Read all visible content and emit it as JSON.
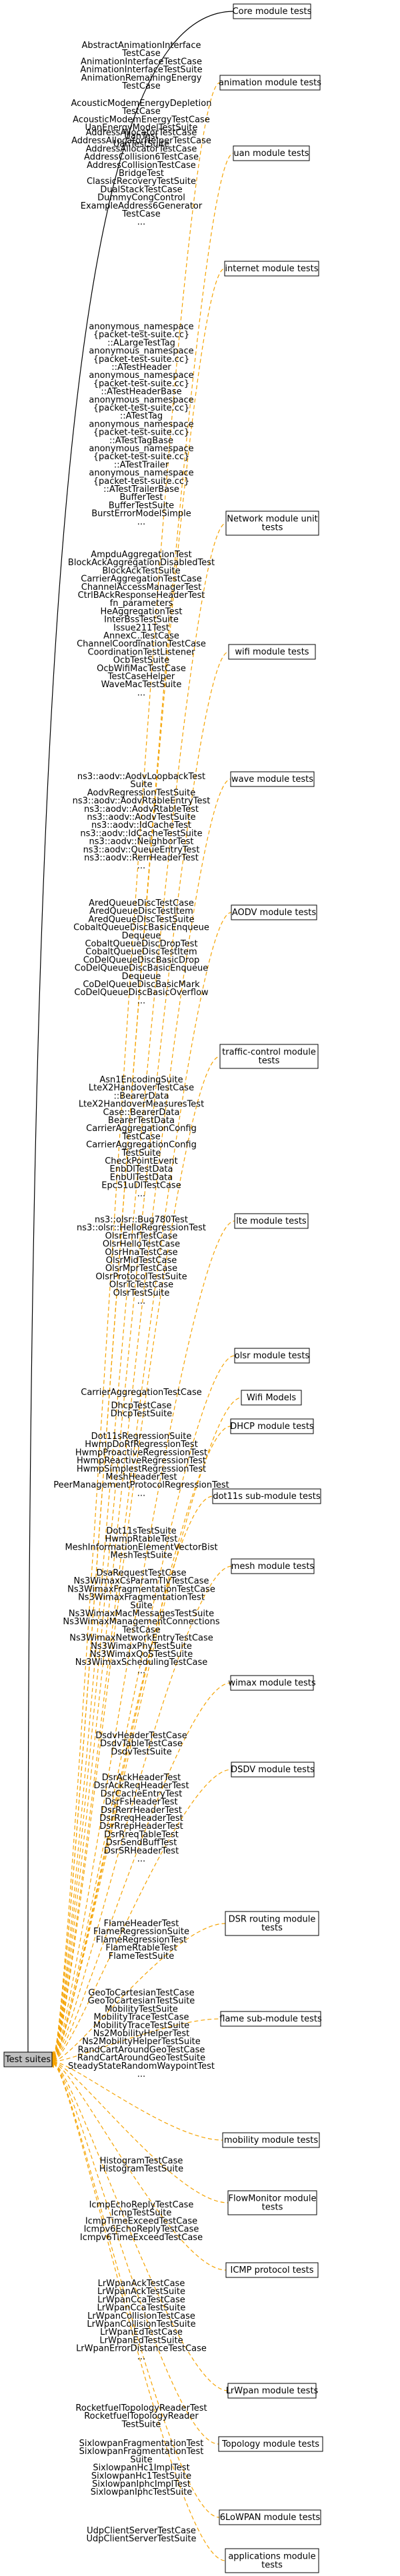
{
  "root": {
    "label": "Test suites"
  },
  "colors": {
    "dashed_edge": "#f5a300",
    "solid_edge": "#000000",
    "root_fill": "#bfbfbf"
  },
  "nodes": [
    {
      "id": "core",
      "label": [
        "Core module tests"
      ],
      "tests": []
    },
    {
      "id": "animation",
      "label": [
        "animation module tests"
      ],
      "tests": [
        "AbstractAnimationInterface",
        "TestCase",
        "AnimationInterfaceTestCase",
        "AnimationInterfaceTestSuite",
        "AnimationRemainingEnergy",
        "TestCase"
      ]
    },
    {
      "id": "uan",
      "label": [
        "uan module tests"
      ],
      "tests": [
        "AcousticModemEnergyDepletion",
        "TestCase",
        "AcousticModemEnergyTestCase",
        "UanEnergyModelTestSuite",
        "UanTest",
        "UanTestSuite"
      ]
    },
    {
      "id": "internet",
      "label": [
        "internet module tests"
      ],
      "tests": [
        "AddressAllocatorTestCase",
        "AddressAllocatorHelperTestCase",
        "AddressAllocatorTestCase",
        "AddressCollision6TestCase",
        "AddressCollisionTestCase",
        "BridgeTest",
        "ClassicRecoveryTestSuite",
        "DualStackTestCase",
        "DummyCongControl",
        "ExampleAddress6Generator",
        "TestCase",
        "..."
      ]
    },
    {
      "id": "network",
      "label": [
        "Network module unit",
        "tests"
      ],
      "tests": [
        "anonymous_namespace",
        "{packet-test-suite.cc}",
        "::ALargeTestTag",
        "anonymous_namespace",
        "{packet-test-suite.cc}",
        "::ATestHeader",
        "anonymous_namespace",
        "{packet-test-suite.cc}",
        "::ATestHeaderBase",
        "anonymous_namespace",
        "{packet-test-suite.cc}",
        "::ATestTag",
        "anonymous_namespace",
        "{packet-test-suite.cc}",
        "::ATestTagBase",
        "anonymous_namespace",
        "{packet-test-suite.cc}",
        "::ATestTrailer",
        "anonymous_namespace",
        "{packet-test-suite.cc}",
        "::ATestTrailerBase",
        "BufferTest",
        "BufferTestSuite",
        "BurstErrorModelSimple",
        "..."
      ]
    },
    {
      "id": "wifi",
      "label": [
        "wifi module tests"
      ],
      "tests": [
        "AmpduAggregationTest",
        "BlockAckAggregationDisabledTest",
        "BlockAckTestSuite",
        "CarrierAggregationTestCase",
        "ChannelAccessManagerTest",
        "CtrlBAckResponseHeaderTest",
        "fn_parameters",
        "HeAggregationTest",
        "InterBssTestSuite",
        "Issue211Test",
        "..."
      ]
    },
    {
      "id": "wave",
      "label": [
        "wave module tests"
      ],
      "tests": [
        "AnnexC_TestCase",
        "ChannelCoordinationTestCase",
        "CoordinationTestListener",
        "OcbTestSuite",
        "OcbWifiMacTestCase",
        "TestCaseHelper",
        "WaveMacTestSuite",
        "..."
      ]
    },
    {
      "id": "aodv",
      "label": [
        "AODV module tests"
      ],
      "tests": [
        "ns3::aodv::AodvLoopbackTest",
        "Suite",
        "AodvRegressionTestSuite",
        "ns3::aodv::AodvRtableEntryTest",
        "ns3::aodv::AodvRtableTest",
        "ns3::aodv::AodvTestSuite",
        "ns3::aodv::IdCacheTest",
        "ns3::aodv::IdCacheTestSuite",
        "ns3::aodv::NeighborTest",
        "ns3::aodv::QueueEntryTest",
        "ns3::aodv::RerrHeaderTest",
        "..."
      ]
    },
    {
      "id": "traffic",
      "label": [
        "traffic-control module",
        "tests"
      ],
      "tests": [
        "AredQueueDiscTestCase",
        "AredQueueDiscTestItem",
        "AredQueueDiscTestSuite",
        "CobaltQueueDiscBasicEnqueue",
        "Dequeue",
        "CobaltQueueDiscDropTest",
        "CobaltQueueDiscTestItem",
        "CoDelQueueDiscBasicDrop",
        "CoDelQueueDiscBasicEnqueue",
        "Dequeue",
        "CoDelQueueDiscBasicMark",
        "CoDelQueueDiscBasicOverflow",
        "..."
      ]
    },
    {
      "id": "lte",
      "label": [
        "lte module tests"
      ],
      "tests": [
        "Asn1EncodingSuite",
        "LteX2HandoverTestCase",
        "::BearerData",
        "LteX2HandoverMeasuresTest",
        "Case::BearerData",
        "BearerTestData",
        "CarrierAggregationConfig",
        "TestCase",
        "CarrierAggregationConfig",
        "TestSuite",
        "CheckPointEvent",
        "EnbDlTestData",
        "EnbUlTestData",
        "EpcS1uDlTestCase",
        "..."
      ]
    },
    {
      "id": "olsr",
      "label": [
        "olsr module tests"
      ],
      "tests": [
        "ns3::olsr::Bug780Test",
        "ns3::olsr::HelloRegressionTest",
        "OlsrEmfTestCase",
        "OlsrHelloTestCase",
        "OlsrHnaTestCase",
        "OlsrMidTestCase",
        "OlsrMprTestCase",
        "OlsrProtocolTestSuite",
        "OlsrTcTestCase",
        "OlsrTestSuite",
        "..."
      ]
    },
    {
      "id": "wifimodels",
      "label": [
        "Wifi Models"
      ],
      "tests": [
        "CarrierAggregationTestCase"
      ]
    },
    {
      "id": "dhcp",
      "label": [
        "DHCP module tests"
      ],
      "tests": [
        "DhcpTestCase",
        "DhcpTestSuite"
      ]
    },
    {
      "id": "dot11s",
      "label": [
        "dot11s sub-module tests"
      ],
      "tests": [
        "Dot11sRegressionSuite",
        "HwmpDoRfRegressionTest",
        "HwmpProactiveRegressionTest",
        "HwmpReactiveRegressionTest",
        "HwmpSimplestRegressionTest",
        "MeshHeaderTest",
        "PeerManagementProtocolRegressionTest",
        "..."
      ]
    },
    {
      "id": "mesh",
      "label": [
        "mesh module tests"
      ],
      "tests": [
        "Dot11sTestSuite",
        "HwmpRtableTest",
        "MeshInformationElementVectorBist",
        "MeshTestSuite"
      ]
    },
    {
      "id": "wimax",
      "label": [
        "wimax module tests"
      ],
      "tests": [
        "DsaRequestTestCase",
        "Ns3WimaxCsParamTlvTestCase",
        "Ns3WimaxFragmentationTestCase",
        "Ns3WimaxFragmentationTest",
        "Suite",
        "Ns3WimaxMacMessagesTestSuite",
        "Ns3WimaxManagementConnections",
        "TestCase",
        "Ns3WimaxNetworkEntryTestCase",
        "Ns3WimaxPhyTestSuite",
        "Ns3WimaxQoSTestSuite",
        "Ns3WimaxSchedulingTestCase",
        "..."
      ]
    },
    {
      "id": "dsdv",
      "label": [
        "DSDV module tests"
      ],
      "tests": [
        "DsdvHeaderTestCase",
        "DsdvTableTestCase",
        "DsdvTestSuite"
      ]
    },
    {
      "id": "dsr",
      "label": [
        "DSR routing module",
        "tests"
      ],
      "tests": [
        "DsrAckHeaderTest",
        "DsrAckReqHeaderTest",
        "DsrCacheEntryTest",
        "DsrFsHeaderTest",
        "DsrRerrHeaderTest",
        "DsrRreqHeaderTest",
        "DsrRrepHeaderTest",
        "DsrRreqTableTest",
        "DsrSendBuffTest",
        "DsrSRHeaderTest",
        "..."
      ]
    },
    {
      "id": "flame",
      "label": [
        "flame sub-module tests"
      ],
      "tests": [
        "FlameHeaderTest",
        "FlameRegressionSuite",
        "FlameRegressionTest",
        "FlameRtableTest",
        "FlameTestSuite"
      ]
    },
    {
      "id": "mobility",
      "label": [
        "mobility module tests"
      ],
      "tests": [
        "GeoToCartesianTestCase",
        "GeoToCartesianTestSuite",
        "MobilityTestSuite",
        "MobilityTraceTestCase",
        "MobilityTraceTestSuite",
        "Ns2MobilityHelperTest",
        "Ns2MobilityHelperTestSuite",
        "RandCartAroundGeoTestCase",
        "RandCartAroundGeoTestSuite",
        "SteadyStateRandomWaypointTest",
        "..."
      ]
    },
    {
      "id": "flowmon",
      "label": [
        "FlowMonitor module",
        "tests"
      ],
      "tests": [
        "HistogramTestCase",
        "HistogramTestSuite"
      ]
    },
    {
      "id": "icmp",
      "label": [
        "ICMP protocol tests"
      ],
      "tests": [
        "IcmpEchoReplyTestCase",
        "IcmpTestSuite",
        "IcmpTimeExceedTestCase",
        "Icmpv6EchoReplyTestCase",
        "Icmpv6TimeExceedTestCase"
      ]
    },
    {
      "id": "lrwpan",
      "label": [
        "LrWpan module tests"
      ],
      "tests": [
        "LrWpanAckTestCase",
        "LrWpanAckTestSuite",
        "LrWpanCcaTestCase",
        "LrWpanCcaTestSuite",
        "LrWpanCollisionTestCase",
        "LrWpanCollisionTestSuite",
        "LrWpanEdTestCase",
        "LrWpanEdTestSuite",
        "LrWpanErrorDistanceTestCase",
        "..."
      ]
    },
    {
      "id": "topology",
      "label": [
        "Topology module tests"
      ],
      "tests": [
        "RocketfuelTopologyReaderTest",
        "RocketfuelTopologyReader",
        "TestSuite"
      ]
    },
    {
      "id": "sixlowpan",
      "label": [
        "6LoWPAN module tests"
      ],
      "tests": [
        "SixlowpanFragmentationTest",
        "SixlowpanFragmentationTest",
        "Suite",
        "SixlowpanHc1ImplTest",
        "SixlowpanHc1TestSuite",
        "SixlowpanIphcImplTest",
        "SixlowpanIphcTestSuite"
      ]
    },
    {
      "id": "applications",
      "label": [
        "applications module",
        "tests"
      ],
      "tests": [
        "UdpClientServerTestCase",
        "UdpClientServerTestSuite"
      ]
    }
  ]
}
